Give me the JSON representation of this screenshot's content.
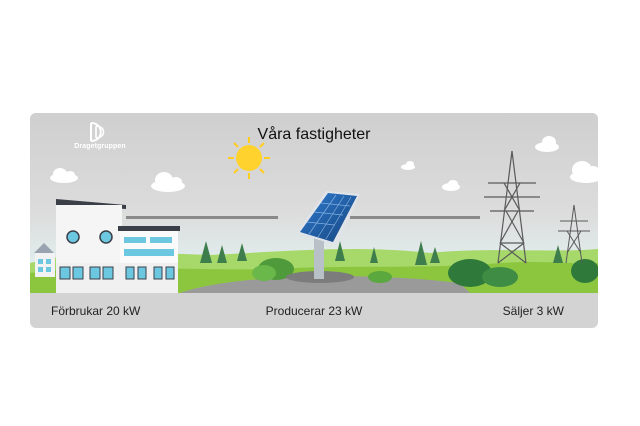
{
  "brand": {
    "name": "Dragetgruppen"
  },
  "header": {
    "title": "Våra fastigheter"
  },
  "stats": {
    "consumes": "Förbrukar 20 kW",
    "produces": "Producerar 23 kW",
    "sells": "Säljer 3 kW"
  },
  "colors": {
    "panel_bg": "#d3d3d3",
    "sky_top": "#cfcfcf",
    "sky_bottom": "#e6f6f6",
    "grass": "#8cc63f",
    "sun": "#ffd22e",
    "solar_panel": "#1f5fa8",
    "power_line": "#8a8a8a"
  }
}
